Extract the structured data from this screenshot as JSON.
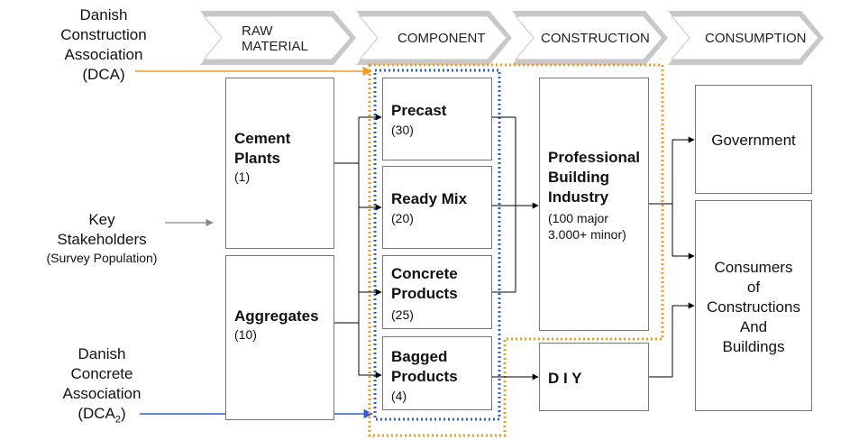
{
  "stages": [
    {
      "line1": "RAW",
      "line2": "MATERIAL"
    },
    {
      "line1": "COMPONENT"
    },
    {
      "line1": "CONSTRUCTION"
    },
    {
      "line1": "CONSUMPTION"
    }
  ],
  "left_labels": {
    "dca": [
      "Danish",
      "Construction",
      "Association",
      "(DCA)"
    ],
    "stakeholders": [
      "Key",
      "Stakeholders"
    ],
    "stakeholders_sub": "(Survey Population)",
    "dca2": [
      "Danish",
      "Concrete",
      "Association"
    ],
    "dca2_prefix": "(DCA",
    "dca2_sub": "2",
    "dca2_suffix": ")"
  },
  "raw_material": [
    {
      "name_l1": "Cement",
      "name_l2": "Plants",
      "count": "(1)"
    },
    {
      "name_l1": "Aggregates",
      "count": "(10)"
    }
  ],
  "component": [
    {
      "name_l1": "Precast",
      "count": "(30)"
    },
    {
      "name_l1": "Ready Mix",
      "count": "(20)"
    },
    {
      "name_l1": "Concrete",
      "name_l2": "Products",
      "count": "(25)"
    },
    {
      "name_l1": "Bagged",
      "name_l2": "Products",
      "count": "(4)"
    }
  ],
  "construction": [
    {
      "name_l1": "Professional",
      "name_l2": "Building",
      "name_l3": "Industry",
      "count_l1": "(100 major",
      "count_l2": "3.000+ minor)"
    },
    {
      "name_l1": "D I Y"
    }
  ],
  "consumption": [
    {
      "name_l1": "Government"
    },
    {
      "l1": "Consumers",
      "l2": "of",
      "l3": "Constructions",
      "l4": "And",
      "l5": "Buildings"
    }
  ],
  "colors": {
    "dca": "#f29b1d",
    "dca2": "#2f5fd0",
    "lines": "#000000",
    "chevron": "#bdbdbd"
  }
}
